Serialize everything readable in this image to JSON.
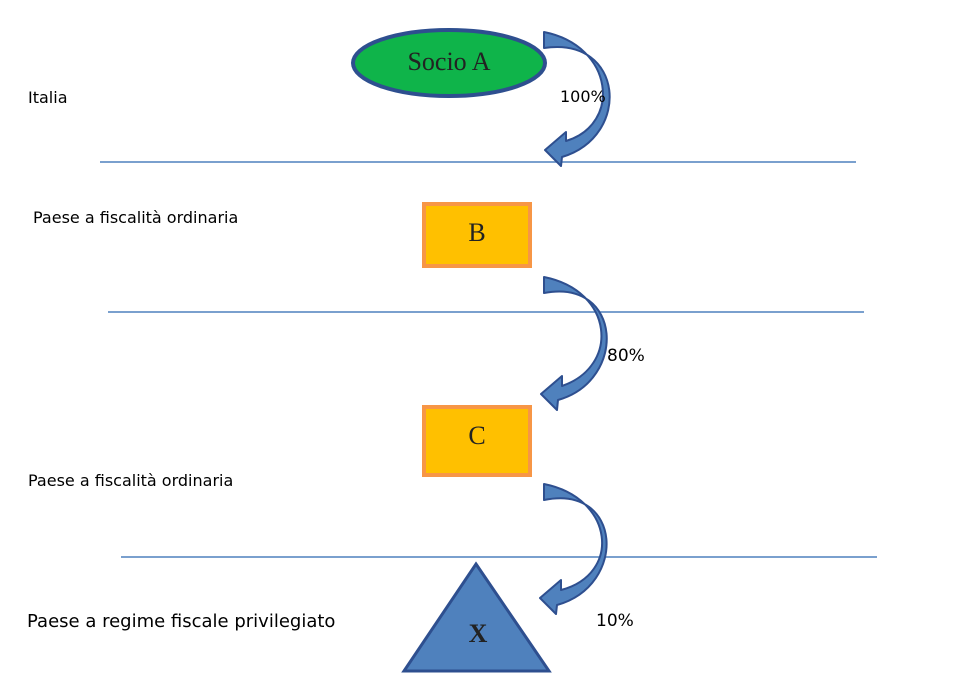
{
  "regions": [
    {
      "label": "Italia"
    },
    {
      "label": "Paese a fiscalità ordinaria"
    },
    {
      "label": "Paese a fiscalità ordinaria"
    },
    {
      "label": "Paese  a regime fiscale privilegiato"
    }
  ],
  "nodes": [
    {
      "id": "socio-a",
      "label": "Socio A",
      "shape": "ellipse",
      "fill": "#0fb44a",
      "stroke": "#2e4f8f"
    },
    {
      "id": "b",
      "label": "B",
      "shape": "rectangle",
      "fill": "#ffc000",
      "stroke": "#f79646"
    },
    {
      "id": "c",
      "label": "C",
      "shape": "rectangle",
      "fill": "#ffc000",
      "stroke": "#f79646"
    },
    {
      "id": "x",
      "label": "X",
      "shape": "triangle",
      "fill": "#4f81bd",
      "stroke": "#2e4f8f"
    }
  ],
  "edges": [
    {
      "from": "socio-a",
      "to": "b",
      "label": "100%"
    },
    {
      "from": "b",
      "to": "c",
      "label": "80%"
    },
    {
      "from": "c",
      "to": "x",
      "label": "10%"
    }
  ],
  "colors": {
    "divider": "#4f81bd",
    "arrow_fill": "#4f81bd",
    "arrow_stroke": "#2e4f8f"
  }
}
